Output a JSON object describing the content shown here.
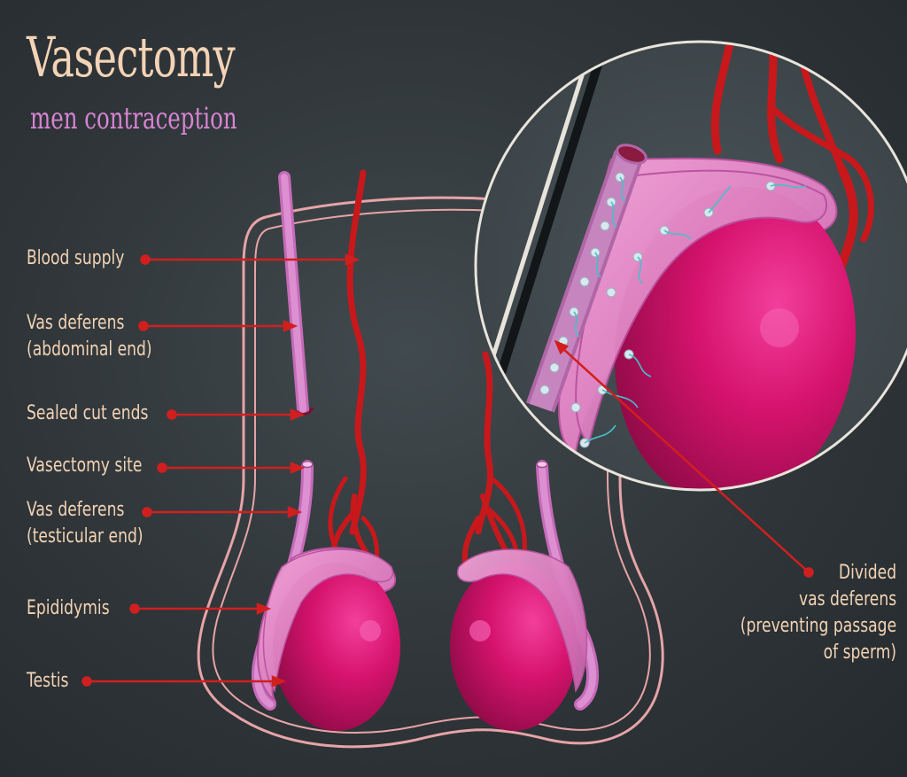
{
  "title": "Vasectomy",
  "subtitle": "men contraception",
  "labels": {
    "blood_supply": "Blood supply",
    "vas_abdominal": [
      "Vas deferens",
      "(abdominal end)"
    ],
    "sealed_cut_ends": "Sealed cut ends",
    "vasectomy_site": "Vasectomy site",
    "vas_testicular": [
      "Vas deferens",
      "(testicular end)"
    ],
    "epididymis": "Epididymis",
    "testis": "Testis",
    "divided_vas": [
      "Divided",
      "vas deferens",
      "(preventing passage",
      "of sperm)"
    ]
  },
  "colors": {
    "background": "#2f3538",
    "title": "#f3d3b6",
    "subtitle": "#d884d3",
    "leader": "#d11f1f",
    "vessel": "#c8181c",
    "testis": "#d6136e",
    "epididymis": "#e483c2",
    "vas_deferens": "#cf78c3"
  }
}
